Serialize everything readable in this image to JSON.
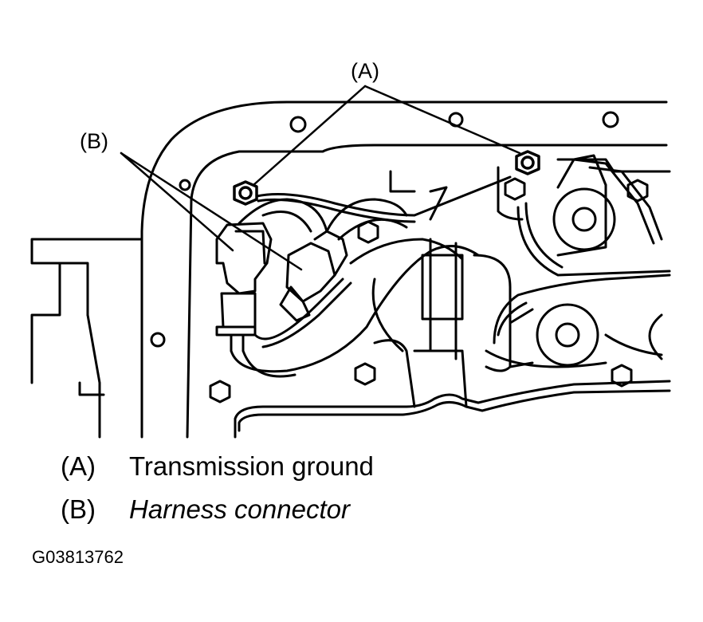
{
  "callouts": {
    "a": "(A)",
    "b": "(B)"
  },
  "legend": [
    {
      "key": "(A)",
      "text": "Transmission ground"
    },
    {
      "key": "(B)",
      "text": "Harness connector"
    }
  ],
  "figure_id": "G03813762",
  "colors": {
    "ink": "#000000",
    "paper": "#ffffff"
  }
}
